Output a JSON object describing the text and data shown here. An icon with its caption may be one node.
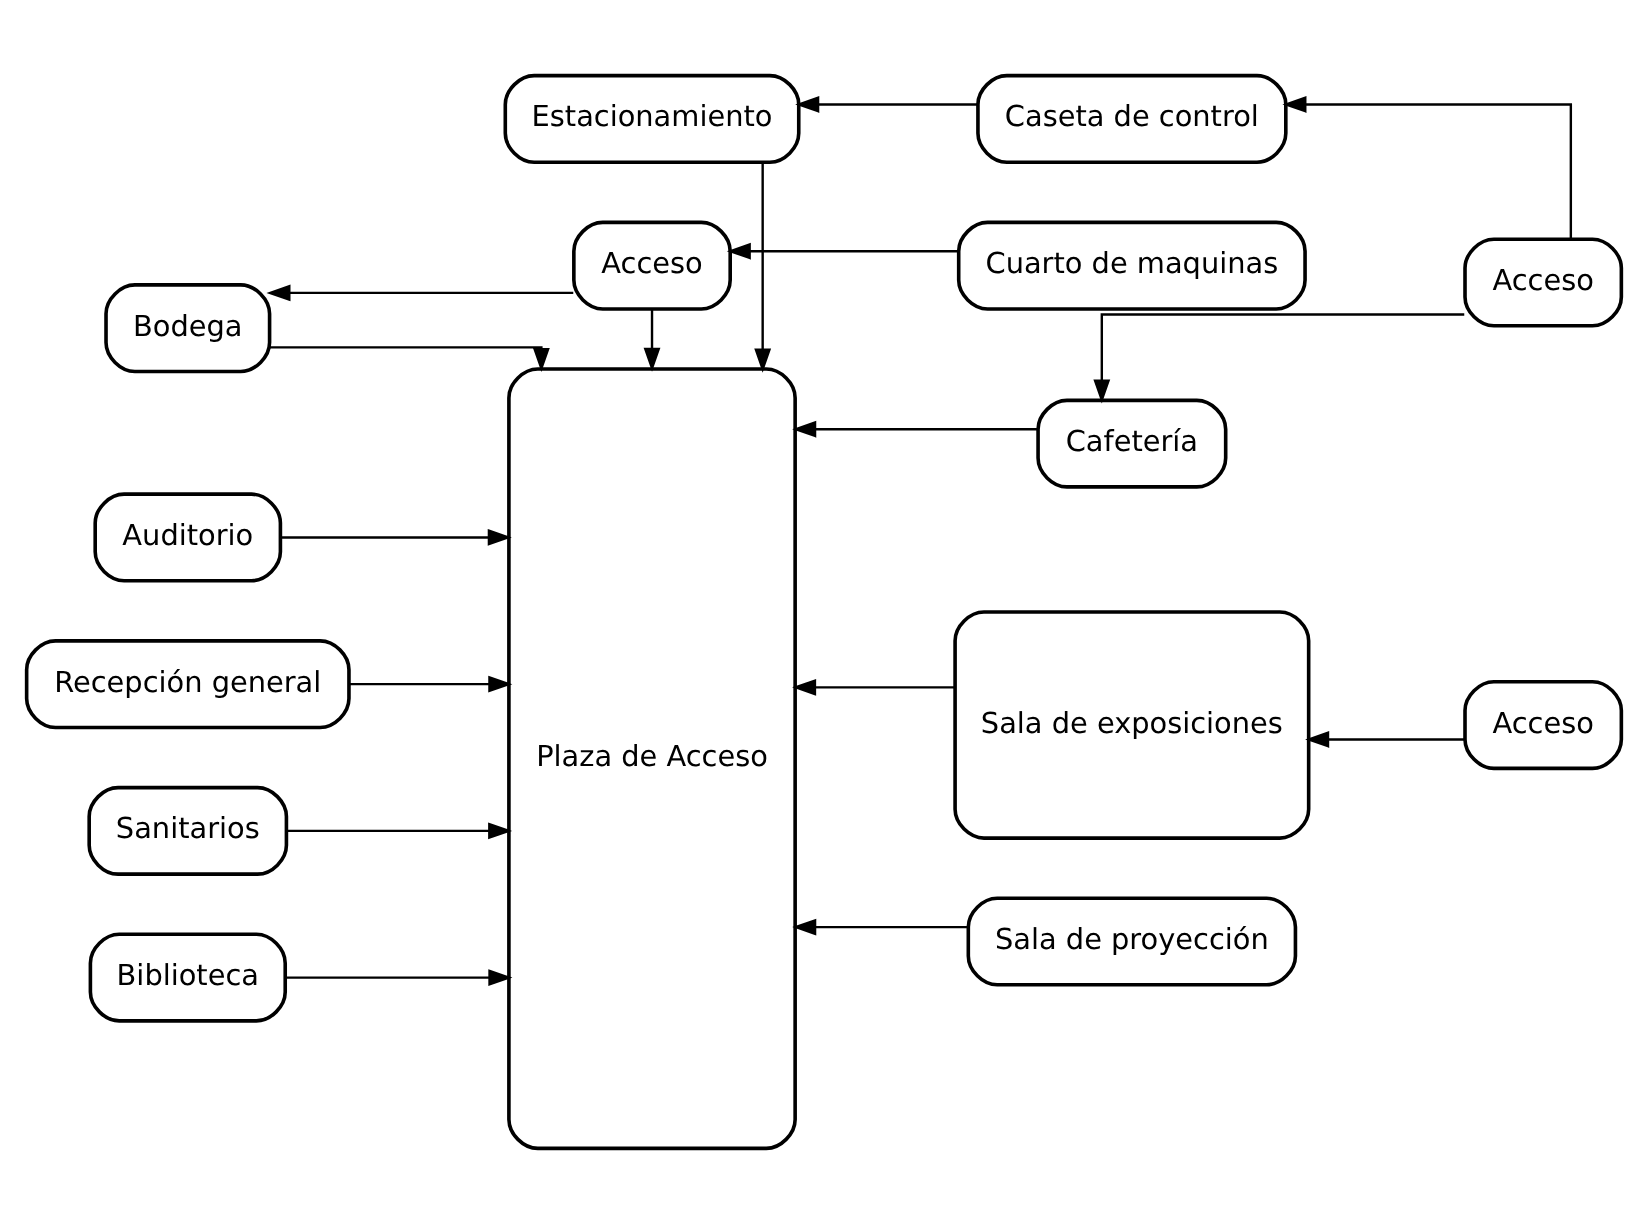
{
  "diagram": {
    "nodes": [
      {
        "text": [
          "Estacionamiento"
        ]
      },
      {
        "text": [
          "Caseta de control"
        ]
      },
      {
        "text": [
          "Acceso"
        ]
      },
      {
        "text": [
          "Auditorio"
        ]
      },
      {
        "text": [
          "Recepción general"
        ]
      },
      {
        "text": [
          "Bodega"
        ]
      },
      {
        "text": [
          "Sanitarios"
        ]
      },
      {
        "text": [
          "Biblioteca"
        ]
      },
      {
        "text": [
          "Plaza de Acceso"
        ]
      },
      {
        "text": [
          "Cafetería"
        ]
      },
      {
        "text": [
          "Sala de proyección"
        ]
      },
      {
        "text": [
          "Acceso"
        ]
      },
      {
        "text": [
          "Sala de exposiciones"
        ]
      },
      {
        "text": [
          "Acceso"
        ]
      },
      {
        "text": [
          "Cuarto de maquinas"
        ]
      }
    ],
    "edges": [
      {
        "from": 1,
        "to": 0,
        "arrow": "to"
      },
      {
        "from": 2,
        "to": 1,
        "arrow": "to"
      },
      {
        "from": 2,
        "to": 9,
        "arrow": "to"
      },
      {
        "from": 0,
        "to": 8,
        "arrow": "to"
      },
      {
        "from": 3,
        "to": 8,
        "arrow": "to"
      },
      {
        "from": 4,
        "to": 8,
        "arrow": "to"
      },
      {
        "from": 5,
        "to": 8,
        "arrow": "to"
      },
      {
        "from": 6,
        "to": 8,
        "arrow": "to"
      },
      {
        "from": 7,
        "to": 8,
        "arrow": "to"
      },
      {
        "from": 9,
        "to": 8,
        "arrow": "to"
      },
      {
        "from": 10,
        "to": 8,
        "arrow": "to"
      },
      {
        "from": 12,
        "to": 8,
        "arrow": "to"
      },
      {
        "from": 11,
        "to": 12,
        "arrow": "to"
      },
      {
        "from": 13,
        "to": 8,
        "arrow": "to"
      },
      {
        "from": 13,
        "to": 5,
        "arrow": "to"
      },
      {
        "from": 14,
        "to": 13,
        "arrow": "to"
      }
    ]
  }
}
